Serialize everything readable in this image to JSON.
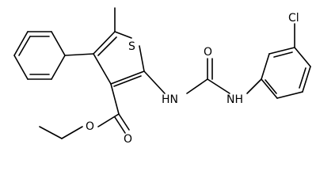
{
  "molecule": {
    "atoms": {
      "sulfur": "S",
      "carbonyl_oxygen_urea": "O",
      "amide_nh_left": "HN",
      "amide_nh_right": "NH",
      "ester_oxygen_double": "O",
      "ester_oxygen_single": "O",
      "chlorine": "Cl"
    }
  },
  "colors": {
    "bond": "#000000",
    "text": "#000000",
    "background": "#ffffff"
  }
}
